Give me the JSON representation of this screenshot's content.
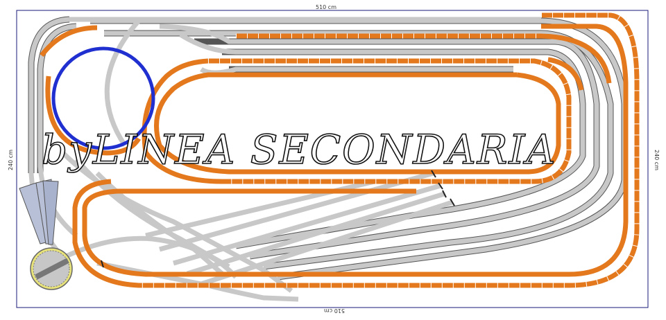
{
  "dimensions": {
    "width_label": "510 cm",
    "height_label": "240 cm"
  },
  "watermark": {
    "text": "byLINEA SECONDARIA"
  },
  "colors": {
    "mainline": "#e3781d",
    "secondary": "#c8c8c8",
    "helix": "#1f2fd0",
    "turntable": "#e8e27a",
    "frame": "#1a1a7a"
  }
}
